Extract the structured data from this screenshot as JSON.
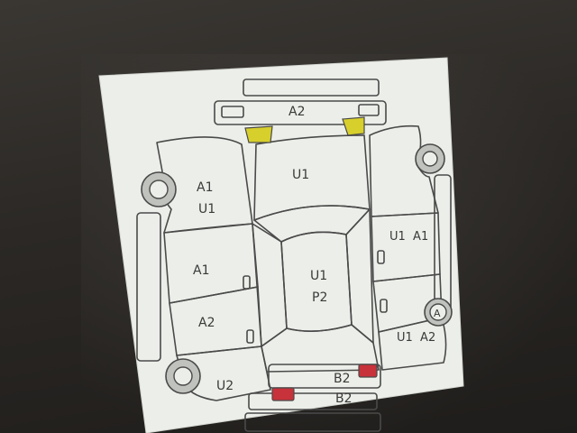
{
  "image": {
    "subject": "photo of a monitor displaying a vehicle inspection damage diagram",
    "colors": {
      "paper": "#ecefe9",
      "line": "#4a4a4a",
      "highlight_yellow": "#d7cf2c",
      "highlight_red": "#c8323a",
      "bezel": "#2e2b28"
    }
  },
  "diagram": {
    "labels": {
      "front_bumper": "A2",
      "hood": "U1",
      "front_left_fender_top": "A1",
      "front_left_fender_bottom": "U1",
      "front_left_door": "A1",
      "rear_left_door": "A2",
      "rear_left_quarter": "U2",
      "roof_top": "U1",
      "roof_bottom": "P2",
      "right_front_door": "U1  A1",
      "right_rear_quarter": "U1  A2",
      "right_wheel_marker": "A",
      "trunk": "B2",
      "rear_bumper": "B2"
    }
  }
}
